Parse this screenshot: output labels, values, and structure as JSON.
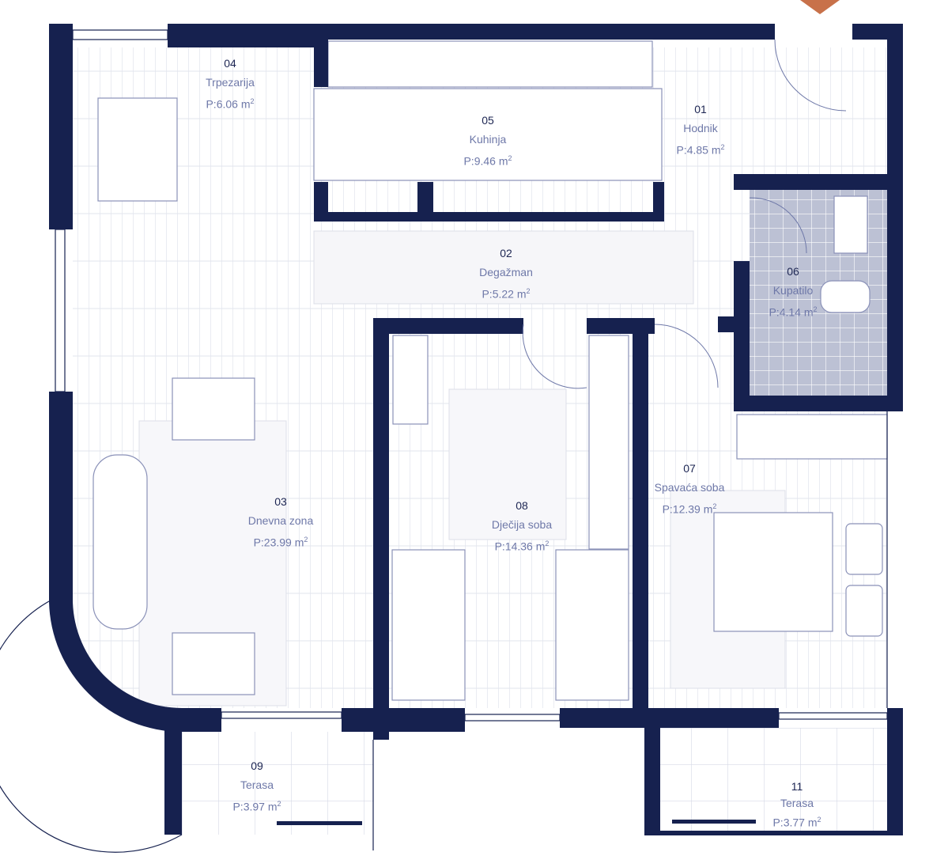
{
  "colors": {
    "wall": "#16214f",
    "floor_line": "#d6d9e6",
    "tile": "#bcc1d4",
    "text_num": "#1c2552",
    "text_label": "#6e78a8",
    "entrance_marker": "#c8714a"
  },
  "area_prefix": "P:",
  "area_unit": "m",
  "rooms": [
    {
      "number": "04",
      "name": "Trpezarija",
      "area": "6.06"
    },
    {
      "number": "05",
      "name": "Kuhinja",
      "area": "9.46"
    },
    {
      "number": "01",
      "name": "Hodnik",
      "area": "4.85"
    },
    {
      "number": "02",
      "name": "Degažman",
      "area": "5.22"
    },
    {
      "number": "06",
      "name": "Kupatilo",
      "area": "4.14"
    },
    {
      "number": "03",
      "name": "Dnevna zona",
      "area": "23.99"
    },
    {
      "number": "08",
      "name": "Dječija soba",
      "area": "14.36"
    },
    {
      "number": "07",
      "name": "Spavaća soba",
      "area": "12.39"
    },
    {
      "number": "09",
      "name": "Terasa",
      "area": "3.97"
    },
    {
      "number": "11",
      "name": "Terasa",
      "area": "3.77"
    }
  ]
}
